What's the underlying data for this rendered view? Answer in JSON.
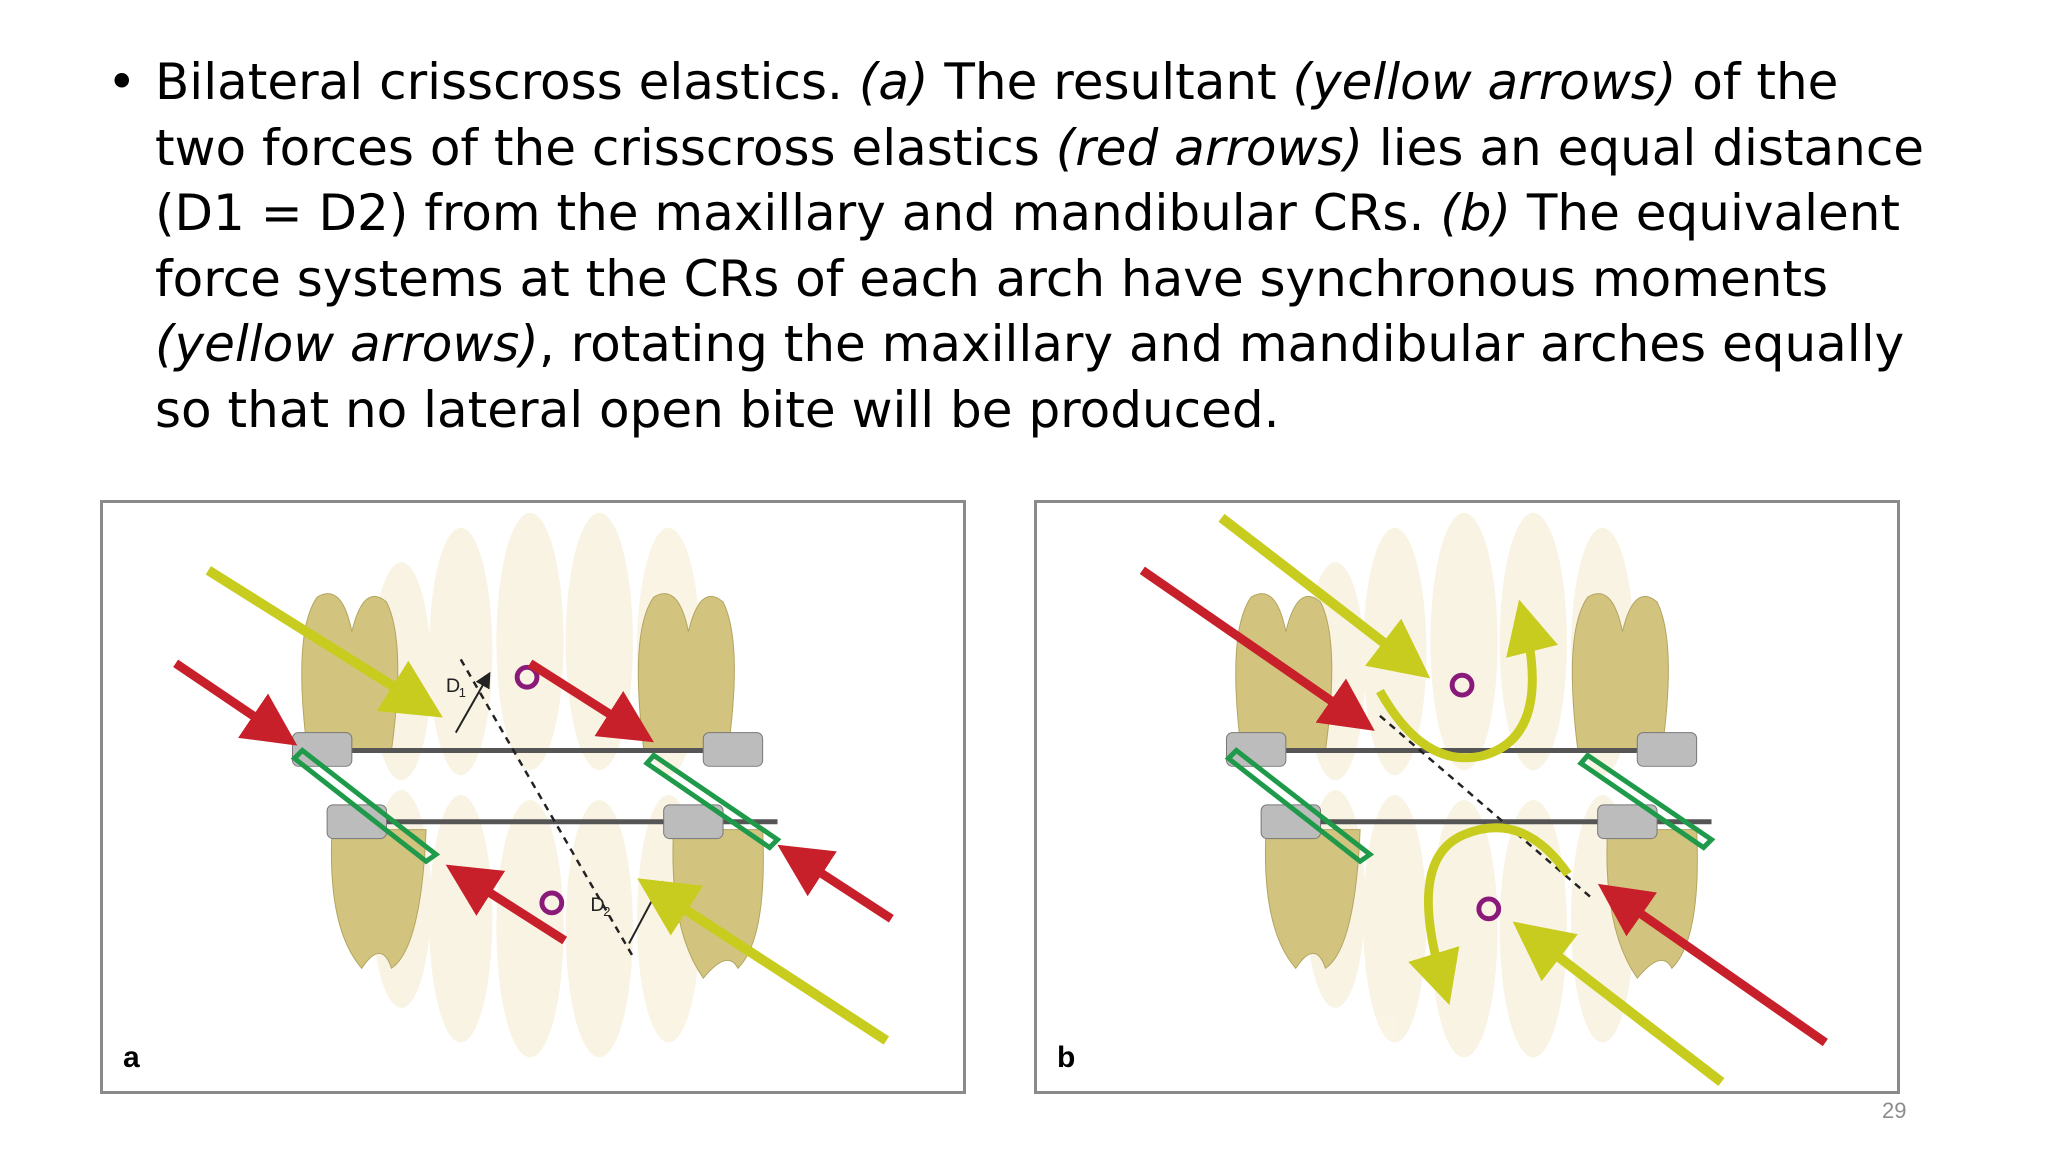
{
  "slide": {
    "bullet": "•",
    "segments": [
      {
        "text": "Bilateral crisscross elastics. ",
        "italic": false
      },
      {
        "text": "(a)",
        "italic": true
      },
      {
        "text": " The resultant ",
        "italic": false
      },
      {
        "text": "(yellow arrows)",
        "italic": true
      },
      {
        "text": " of the two forces of the crisscross elastics ",
        "italic": false
      },
      {
        "text": "(red arrows)",
        "italic": true
      },
      {
        "text": " lies an equal distance (D1 = D2) from the maxillary and mandibular CRs. ",
        "italic": false
      },
      {
        "text": "(b)",
        "italic": true
      },
      {
        "text": " The equivalent force systems at the CRs of each arch have synchronous moments ",
        "italic": false
      },
      {
        "text": "(yellow arrows)",
        "italic": true
      },
      {
        "text": ", rotating the maxillary and mandibular arches equally so that no lateral open bite will be produced.",
        "italic": false
      }
    ],
    "page_number": "29"
  },
  "figure": {
    "panel_a": {
      "letter": "a",
      "label_d1": "D",
      "label_d1_sub": "1",
      "label_d2": "D",
      "label_d2_sub": "2"
    },
    "panel_b": {
      "letter": "b"
    },
    "colors": {
      "red_arrow": "#c8202a",
      "yellow_arrow": "#c8cc1e",
      "elastic": "#1e9a4a",
      "center_of_resistance": "#8a1a7a",
      "tooth": "#d2c47e"
    }
  }
}
